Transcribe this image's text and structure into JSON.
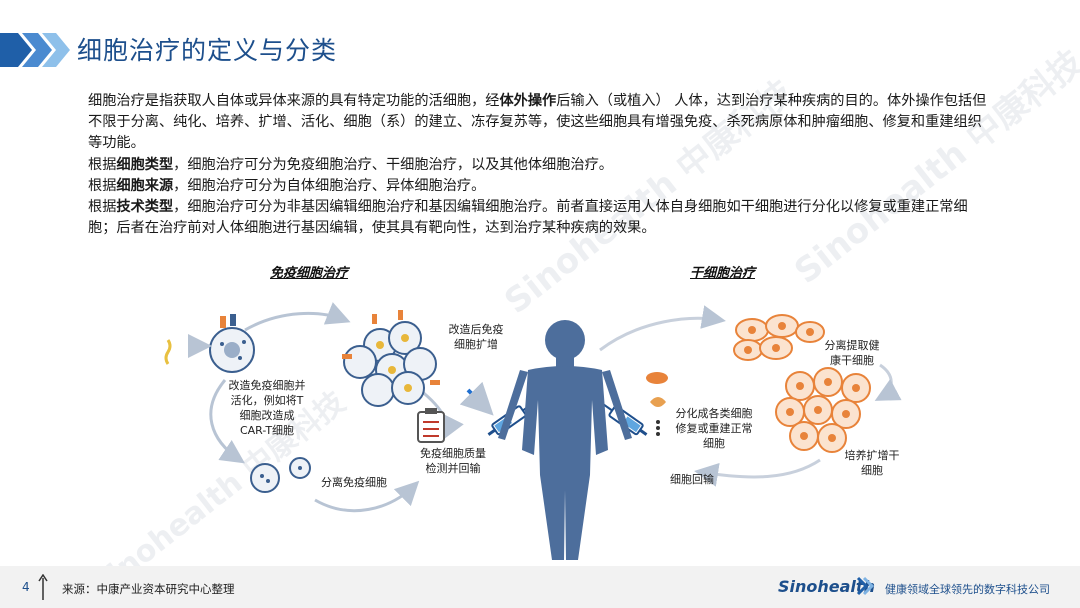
{
  "title": "细胞治疗的定义与分类",
  "paragraphs": [
    {
      "pre": "细胞治疗是指获取人自体或异体来源的具有特定功能的活细胞，经",
      "bold": "体外操作",
      "post": "后输入（或植入） 人体，达到治疗某种疾病的目的。体外操作包括但不限于分离、纯化、培养、扩增、活化、细胞（系）的建立、冻存复苏等，使这些细胞具有增强免疫、杀死病原体和肿瘤细胞、修复和重建组织等功能。"
    },
    {
      "pre": "根据",
      "bold": "细胞类型",
      "post": "，细胞治疗可分为免疫细胞治疗、干细胞治疗，以及其他体细胞治疗。"
    },
    {
      "pre": "根据",
      "bold": "细胞来源",
      "post": "，细胞治疗可分为自体细胞治疗、异体细胞治疗。"
    },
    {
      "pre": "根据",
      "bold": "技术类型",
      "post": "，细胞治疗可分为非基因编辑细胞治疗和基因编辑细胞治疗。前者直接运用人体自身细胞如干细胞进行分化以修复或重建正常细胞；后者在治疗前对人体细胞进行基因编辑，使其具有靶向性，达到治疗某种疾病的效果。"
    }
  ],
  "diagram": {
    "immune_title": "免疫细胞治疗",
    "stem_title": "干细胞治疗",
    "immune_steps": {
      "modify": [
        "改造免疫细胞并",
        "活化，例如将T",
        "细胞改造成",
        "CAR-T细胞"
      ],
      "expand": [
        "改造后免疫",
        "细胞扩增"
      ],
      "separate": "分离免疫细胞",
      "qc": [
        "免疫细胞质量",
        "检测并回输"
      ]
    },
    "stem_steps": {
      "extract": [
        "分离提取健",
        "康干细胞"
      ],
      "culture": [
        "培养扩增干",
        "细胞"
      ],
      "differentiate": [
        "分化成各类细胞",
        "修复或重建正常",
        "细胞"
      ],
      "reinfuse": "细胞回输"
    }
  },
  "watermarks": [
    "Sinohealth 中康科技",
    "Sinohealth 中康科技",
    "Sinohealth 中康科技"
  ],
  "footer": {
    "page": "4",
    "source": "来源：中康产业资本研究中心整理",
    "brand": "Sinohealth",
    "slogan": "健康领域全球领先的数字科技公司"
  },
  "colors": {
    "accent": "#1d4f8c",
    "chevron_dark": "#1f5fa8",
    "chevron_light": "#7fb3e3",
    "body_figure": "#4d6e9c",
    "cell_orange": "#e8833a"
  }
}
